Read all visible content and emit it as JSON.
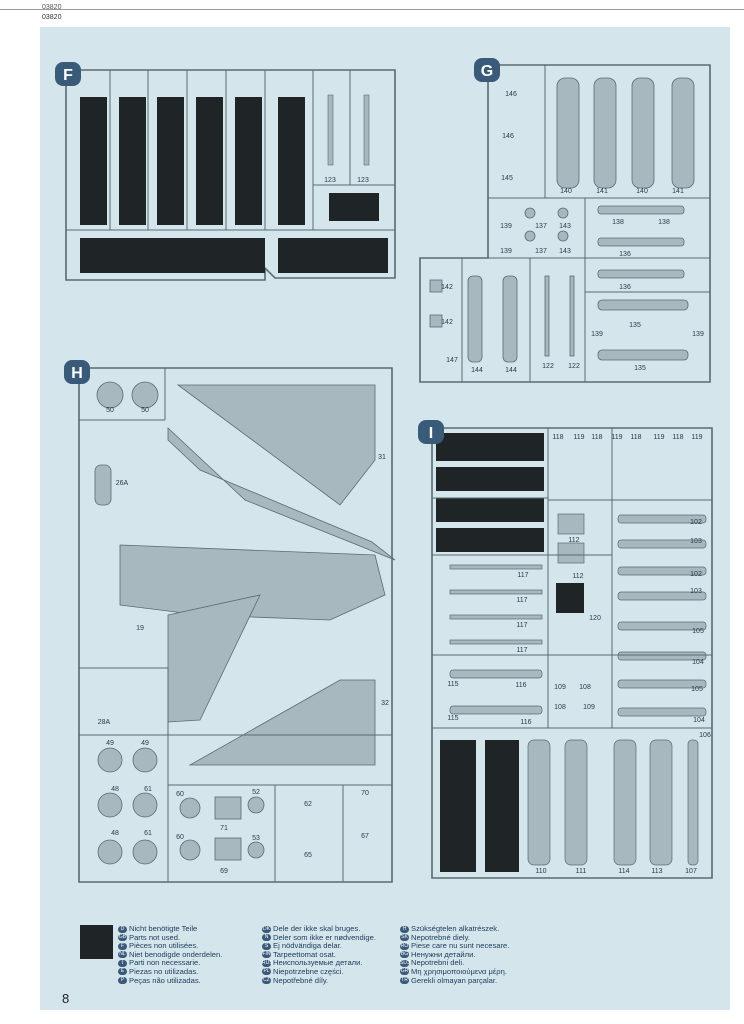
{
  "header": {
    "doc_code_top": "03820",
    "doc_code": "03820"
  },
  "page_number": "8",
  "sprues": {
    "F": {
      "letter": "F",
      "labels": [
        "123",
        "123"
      ]
    },
    "G": {
      "letter": "G",
      "labels": [
        "146",
        "146",
        "145",
        "140",
        "141",
        "140",
        "141",
        "139",
        "137",
        "143",
        "139",
        "137",
        "143",
        "138",
        "138",
        "136",
        "136",
        "142",
        "142",
        "147",
        "144",
        "144",
        "122",
        "122",
        "135",
        "139",
        "139",
        "135"
      ]
    },
    "H": {
      "letter": "H",
      "labels": [
        "50",
        "50",
        "31",
        "26A",
        "19",
        "28A",
        "32",
        "49",
        "49",
        "48",
        "61",
        "48",
        "61",
        "60",
        "52",
        "71",
        "60",
        "53",
        "69",
        "62",
        "65",
        "70",
        "67"
      ]
    },
    "I": {
      "letter": "I",
      "labels": [
        "118",
        "119",
        "118",
        "119",
        "118",
        "119",
        "118",
        "119",
        "102",
        "103",
        "112",
        "102",
        "117",
        "112",
        "103",
        "117",
        "120",
        "105",
        "117",
        "104",
        "117",
        "115",
        "116",
        "109",
        "108",
        "105",
        "115",
        "116",
        "108",
        "109",
        "104",
        "106",
        "110",
        "111",
        "114",
        "113",
        "107"
      ]
    }
  },
  "legend": {
    "col1": [
      {
        "code": "D",
        "text": "Nicht benötigte Teile"
      },
      {
        "code": "GB",
        "text": "Parts not used."
      },
      {
        "code": "F",
        "text": "Pièces non utilisées."
      },
      {
        "code": "NL",
        "text": "Niet benodigde onderdelen."
      },
      {
        "code": "I",
        "text": "Parti non necessarie."
      },
      {
        "code": "E",
        "text": "Piezas no utilizadas."
      },
      {
        "code": "P",
        "text": "Peças não utilizadas."
      }
    ],
    "col2": [
      {
        "code": "DK",
        "text": "Dele der ikke skal bruges."
      },
      {
        "code": "N",
        "text": "Deler som ikke er nødvendige."
      },
      {
        "code": "S",
        "text": "Ej nödvändiga delar."
      },
      {
        "code": "FIN",
        "text": "Tarpeettomat osat."
      },
      {
        "code": "RUS",
        "text": "Неиспользуемые детали."
      },
      {
        "code": "PL",
        "text": "Niepotrzebne części."
      },
      {
        "code": "CZ",
        "text": "Nepotřebné díly."
      }
    ],
    "col3": [
      {
        "code": "H",
        "text": "Szükségtelen alkatrészek."
      },
      {
        "code": "SK",
        "text": "Nepotrebné diely."
      },
      {
        "code": "RO",
        "text": "Piese care nu sunt necesare."
      },
      {
        "code": "BG",
        "text": "Ненужни детайли."
      },
      {
        "code": "SLO",
        "text": "Nepotrebni deli."
      },
      {
        "code": "GR",
        "text": "Μη χρησιμοποιούμενα μέρη."
      },
      {
        "code": "TR",
        "text": "Gerekli olmayan parçalar."
      }
    ]
  },
  "colors": {
    "sheet": "#d4e6ec",
    "part": "#a8b8bf",
    "unused": "#1f2426",
    "frame": "#5a6a72"
  }
}
